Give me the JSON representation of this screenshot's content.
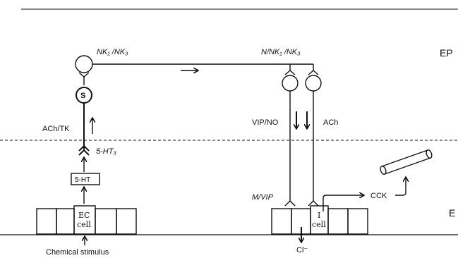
{
  "labels": {
    "nk_left": "NK₁ /NK₃",
    "nk_right": "N/NK₁ /NK₃",
    "ep": "EP",
    "e": "E",
    "s_neuron": "S",
    "ach_tk": "ACh/TK",
    "ht3": "5-HT₃",
    "ht_box": "5-HT",
    "ec_cell_line1": "EC",
    "ec_cell_line2": "cell",
    "chemical_stimulus": "Chemical  stimulus",
    "vip_no": "VIP/NO",
    "ach": "ACh",
    "m_vip": "M/VIP",
    "i_cell_line1": "I",
    "i_cell_line2": "cell",
    "cck": "CCK",
    "cl": "Cl⁻"
  }
}
